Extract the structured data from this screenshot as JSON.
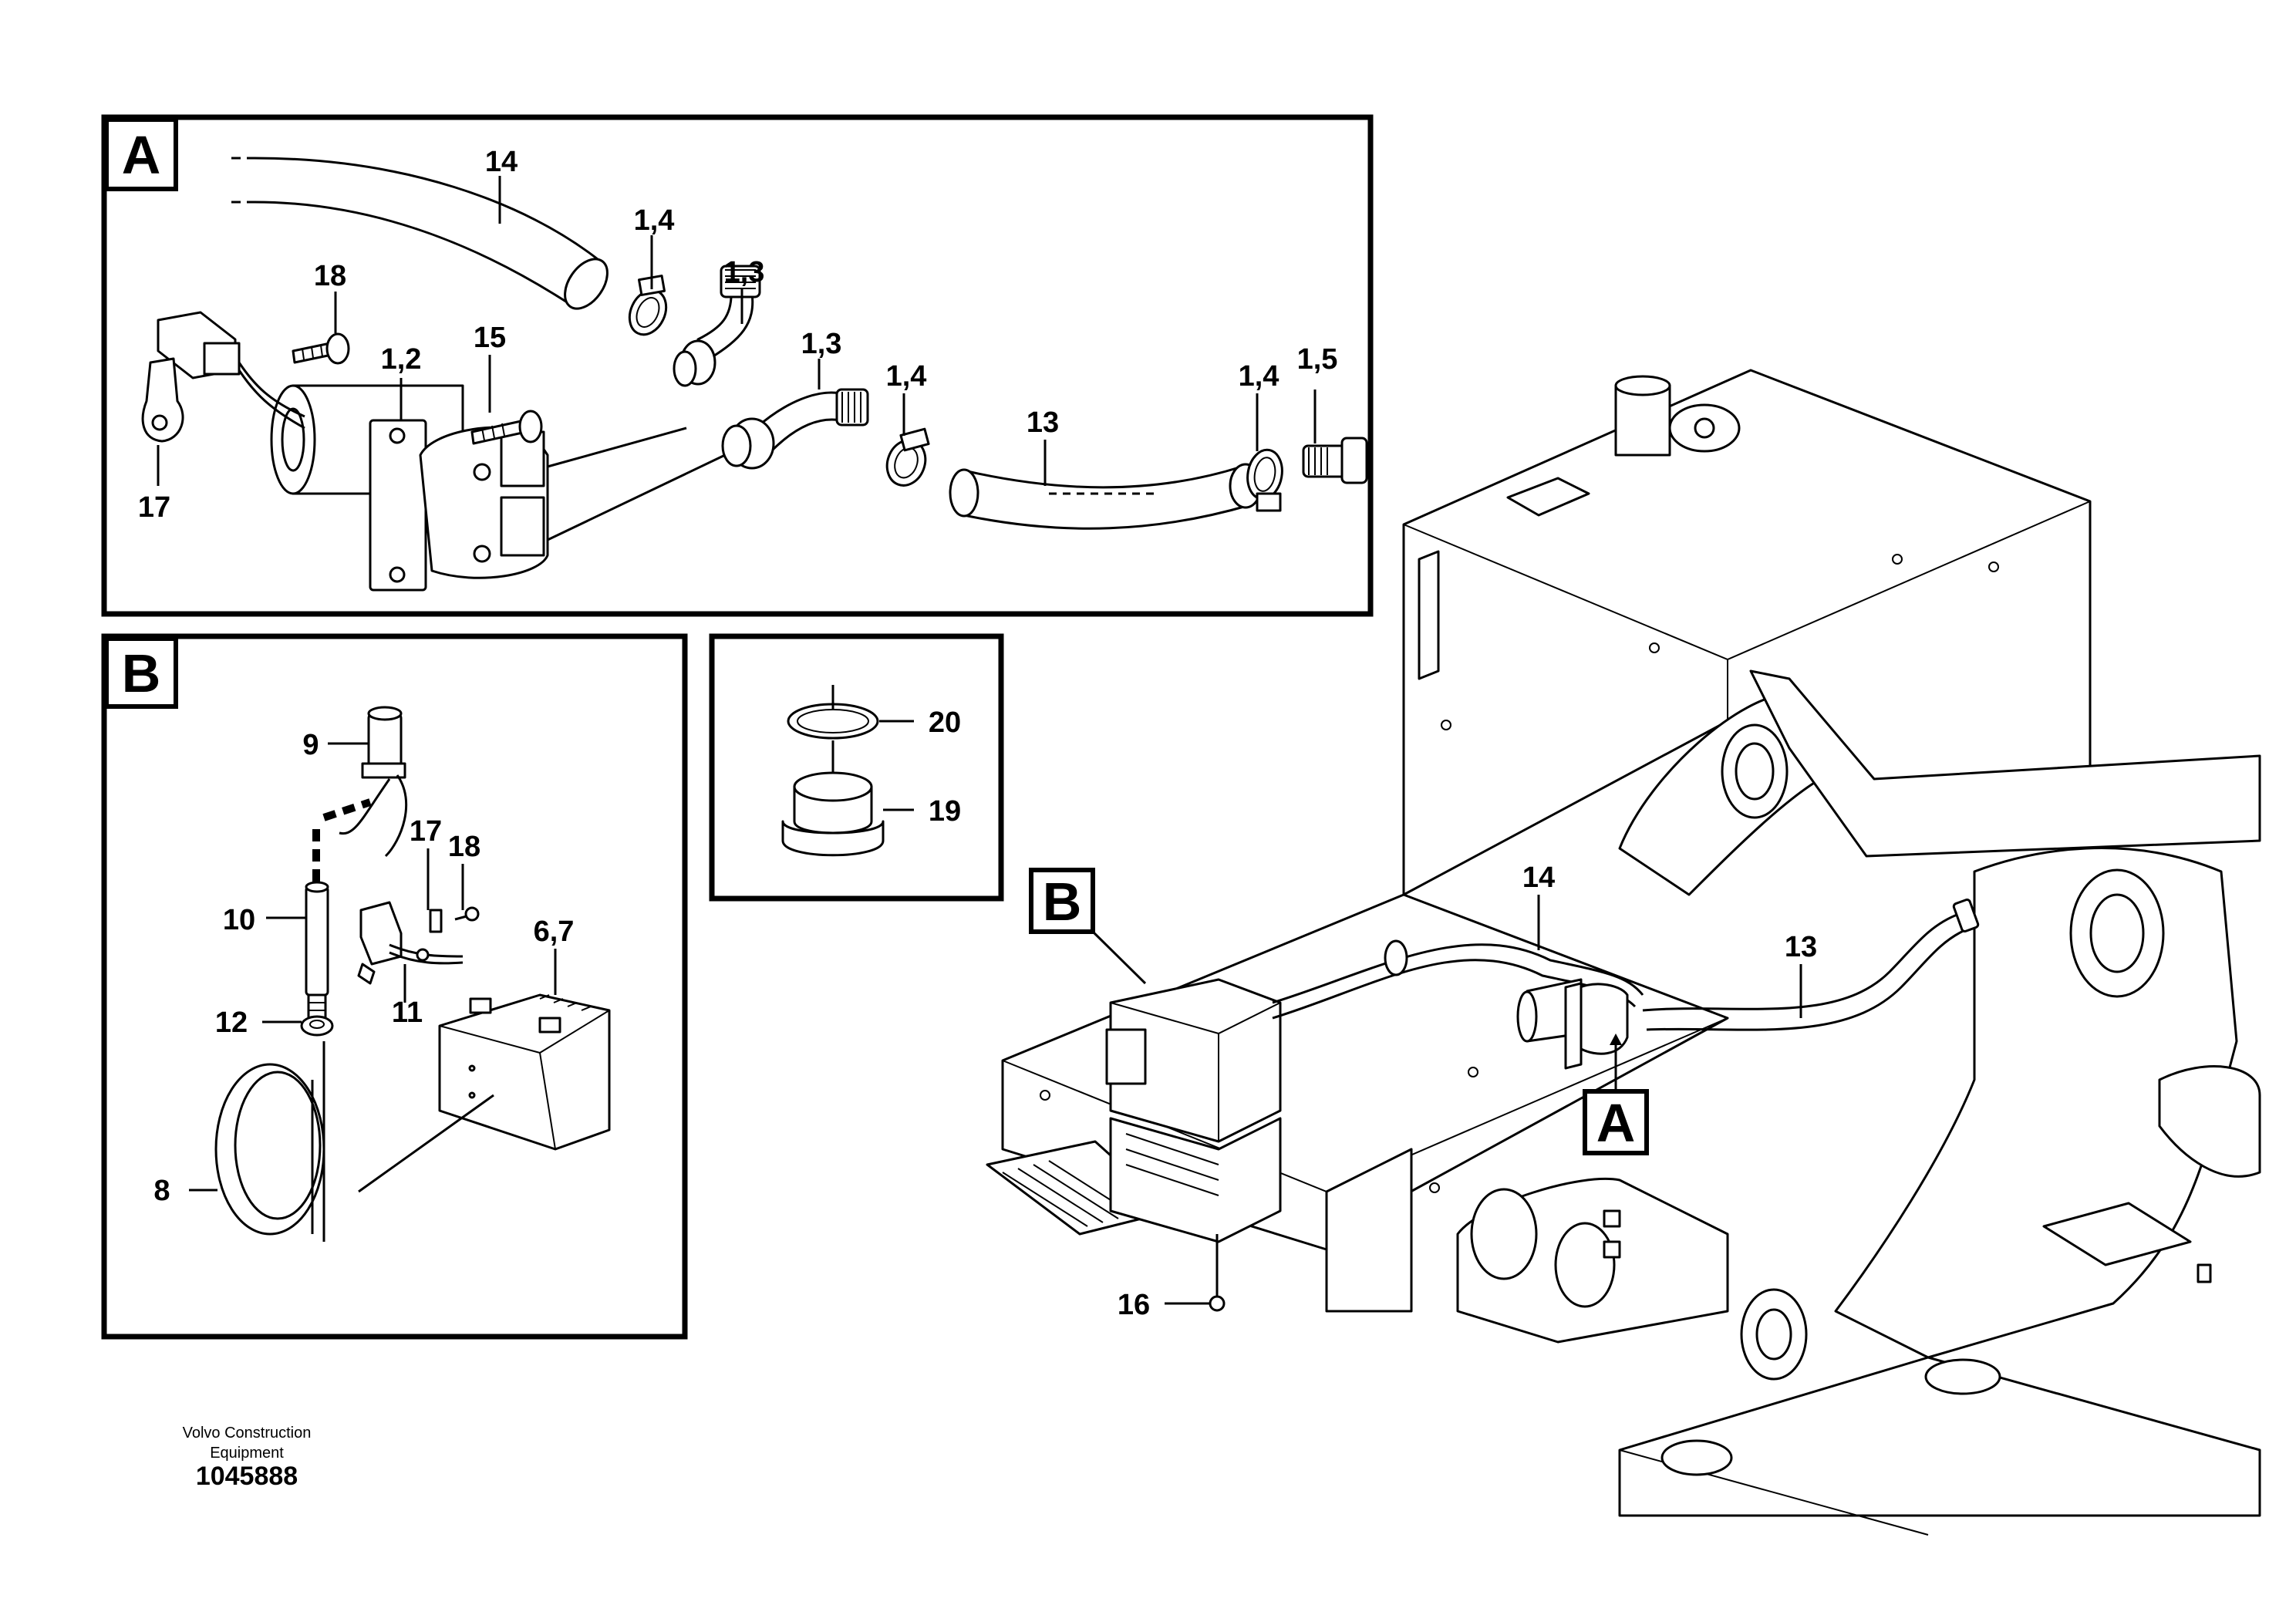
{
  "panels": {
    "a": {
      "letter": "A"
    },
    "b": {
      "letter": "B"
    }
  },
  "callouts": {
    "a_14": "14",
    "a_1_4_top": "1,4",
    "a_18": "18",
    "a_1_3_top": "1,3",
    "a_15": "15",
    "a_1_2": "1,2",
    "a_1_3_mid": "1,3",
    "a_1_4_mid": "1,4",
    "a_13": "13",
    "a_1_4_right": "1,4",
    "a_1_5": "1,5",
    "a_17": "17",
    "b_9": "9",
    "b_17": "17",
    "b_18": "18",
    "b_10": "10",
    "b_6_7": "6,7",
    "b_11": "11",
    "b_12": "12",
    "b_8": "8",
    "c_20": "20",
    "c_19": "19",
    "m_14": "14",
    "m_13": "13",
    "m_16": "16",
    "m_ref_b": "B",
    "m_ref_a": "A"
  },
  "footer": {
    "company_line1": "Volvo Construction",
    "company_line2": "Equipment",
    "doc_number": "1045888"
  }
}
